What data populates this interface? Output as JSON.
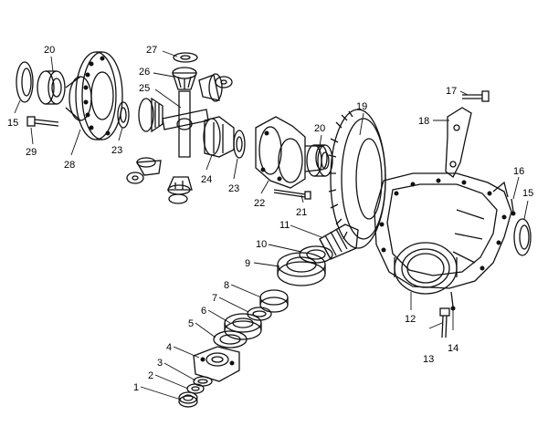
{
  "diagram": {
    "callouts": [
      {
        "id": "c1",
        "text": "1"
      },
      {
        "id": "c2",
        "text": "2"
      },
      {
        "id": "c3",
        "text": "3"
      },
      {
        "id": "c4",
        "text": "4"
      },
      {
        "id": "c5",
        "text": "5"
      },
      {
        "id": "c6",
        "text": "6"
      },
      {
        "id": "c7",
        "text": "7"
      },
      {
        "id": "c8",
        "text": "8"
      },
      {
        "id": "c9",
        "text": "9"
      },
      {
        "id": "c10",
        "text": "10"
      },
      {
        "id": "c11",
        "text": "11"
      },
      {
        "id": "c12",
        "text": "12"
      },
      {
        "id": "c13",
        "text": "13"
      },
      {
        "id": "c14",
        "text": "14"
      },
      {
        "id": "c15a",
        "text": "15"
      },
      {
        "id": "c15b",
        "text": "15"
      },
      {
        "id": "c16",
        "text": "16"
      },
      {
        "id": "c17",
        "text": "17"
      },
      {
        "id": "c18",
        "text": "18"
      },
      {
        "id": "c19",
        "text": "19"
      },
      {
        "id": "c20a",
        "text": "20"
      },
      {
        "id": "c20b",
        "text": "20"
      },
      {
        "id": "c21",
        "text": "21"
      },
      {
        "id": "c22",
        "text": "22"
      },
      {
        "id": "c23a",
        "text": "23"
      },
      {
        "id": "c23b",
        "text": "23"
      },
      {
        "id": "c24",
        "text": "24"
      },
      {
        "id": "c25",
        "text": "25"
      },
      {
        "id": "c26",
        "text": "26"
      },
      {
        "id": "c27",
        "text": "27"
      },
      {
        "id": "c28",
        "text": "28"
      },
      {
        "id": "c29",
        "text": "29"
      }
    ]
  }
}
